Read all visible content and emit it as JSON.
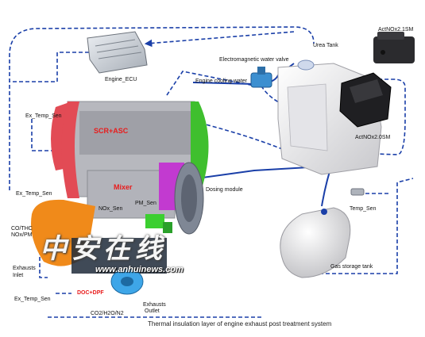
{
  "labels": {
    "engine_ecu": "Engine_ECU",
    "urea_tank": "Urea Tank",
    "actnox_1sm": "ActNOx2.1SM",
    "em_valve": "Electromagnetic water valve",
    "cooling_water": "Engine cooling water",
    "actnox_0sm": "ActNOx2.0SM",
    "ex_temp_sen_top": "Ex_Temp_Sen",
    "scr_asc": "SCR+ASC",
    "mixer": "Mixer",
    "dosing_module": "Dosing module",
    "ex_temp_sen_mid": "Ex_Temp_Sen",
    "co_thc": "CO/THC",
    "nox_pm": "NOx/PM",
    "nox_sen": "NOx_Sen",
    "pm_sen": "PM_Sen",
    "exhausts_inlet_1": "Exhausts",
    "exhausts_inlet_2": "Inlet",
    "ex_temp_sen_bottom": "Ex_Temp_Sen",
    "doc_dpf": "DOC+DPF",
    "exhausts_outlet_1": "Exhausts",
    "exhausts_outlet_2": "Outlet",
    "co2": "CO2/H2O/N2",
    "temp_sen": "Temp_Sen",
    "gas_tank": "Gas storage tank"
  },
  "caption": "Thermal insulation layer of engine exhaust post treatment system",
  "watermark": {
    "text": "中安在线",
    "url": "www.anhuinews.com"
  },
  "colors": {
    "line": "#1a3fa8",
    "scr_red": "#e24b55",
    "green": "#3fbf2e",
    "gray": "#a9a9b0",
    "label_red": "#e81c1c"
  }
}
